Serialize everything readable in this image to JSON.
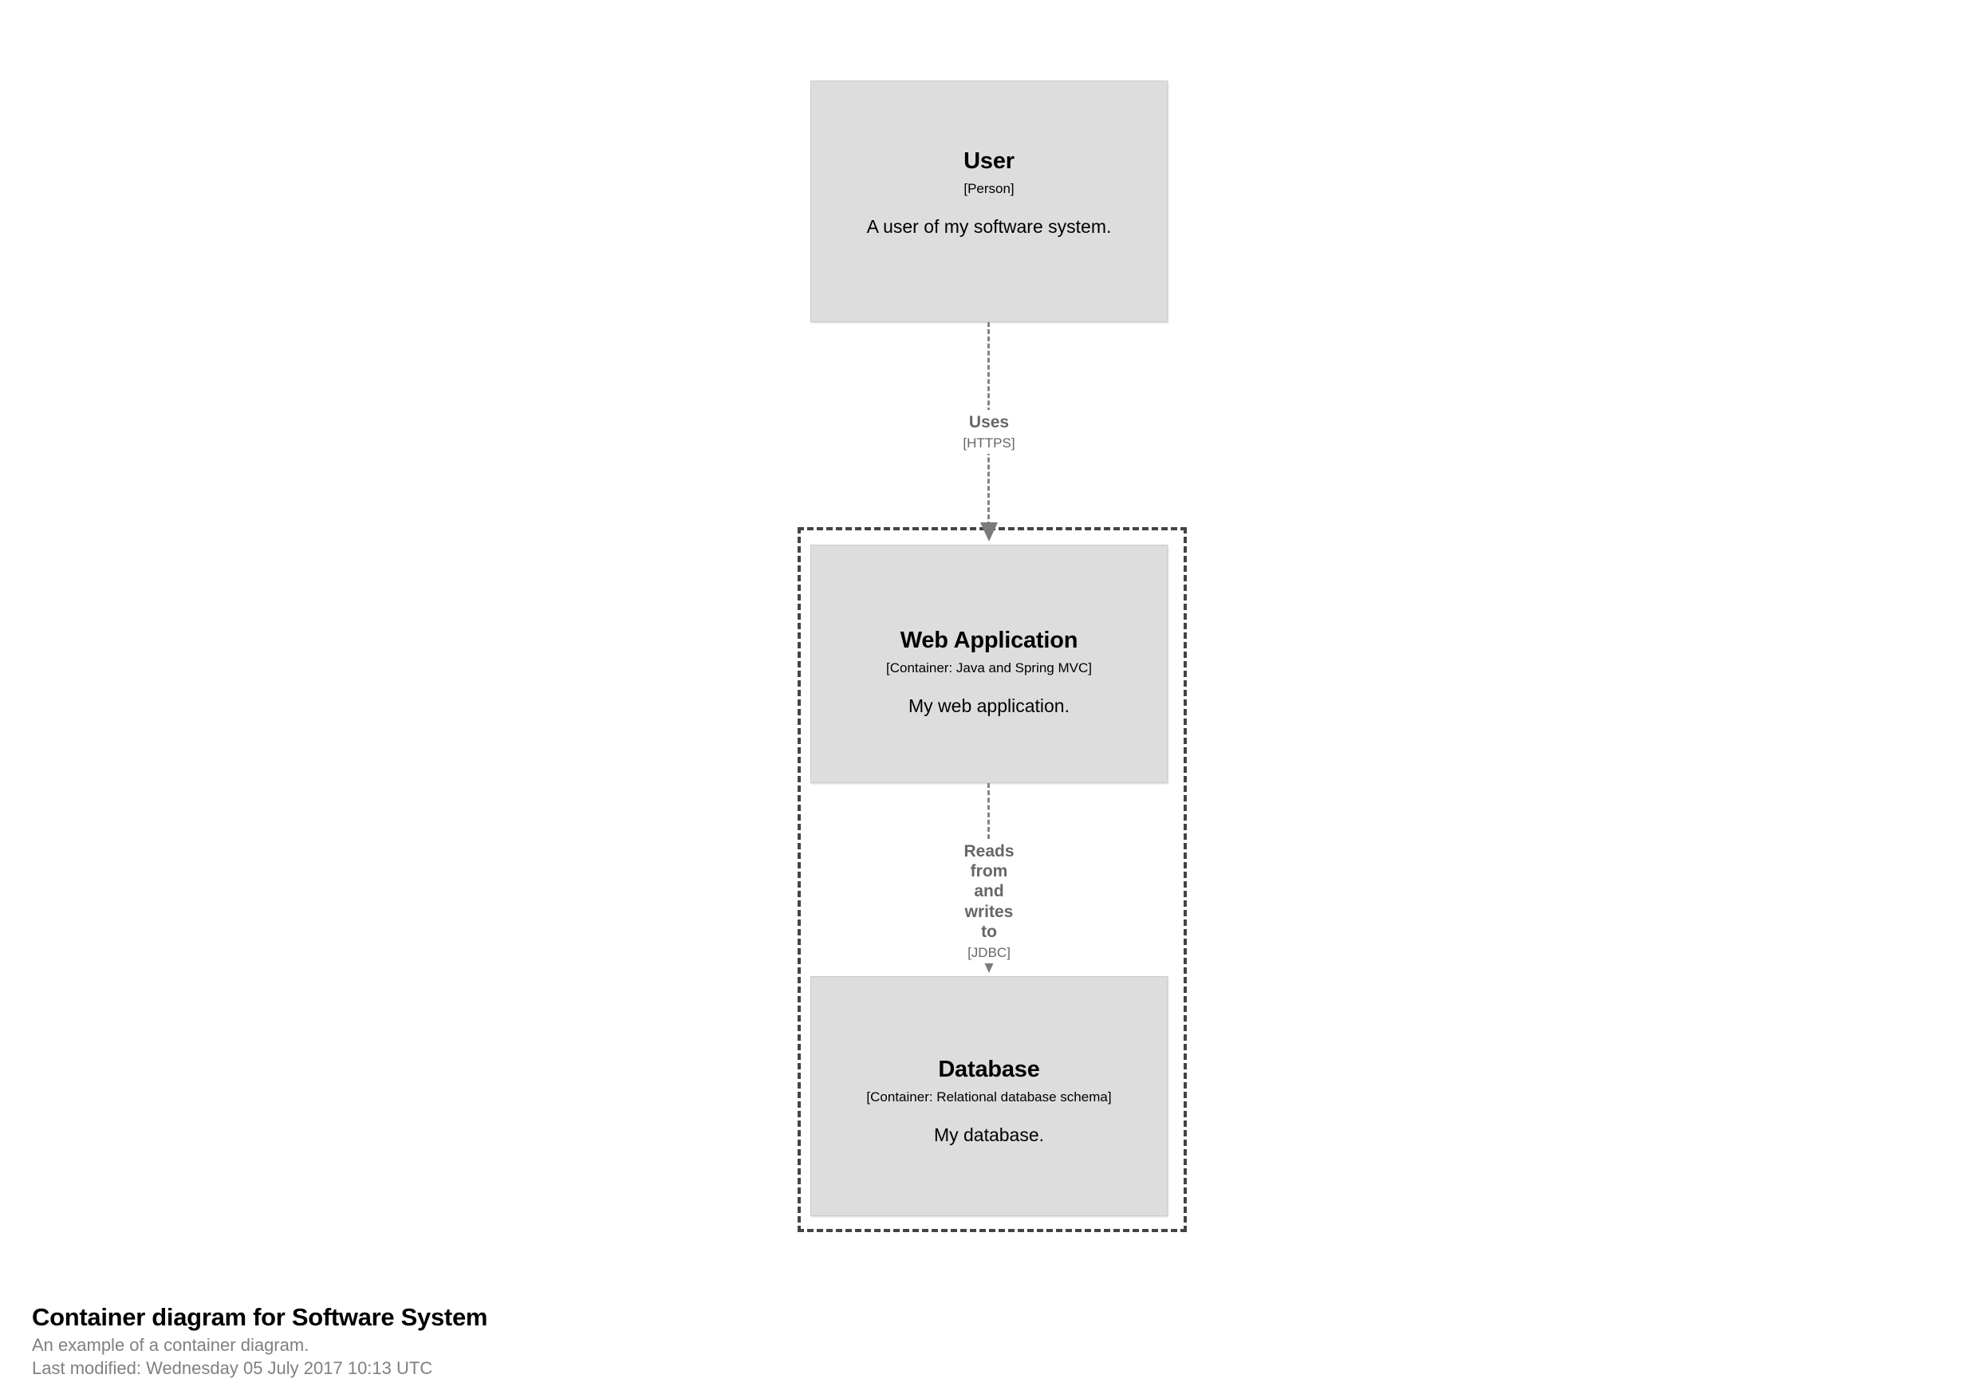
{
  "diagram": {
    "boundary": {
      "name": "software-system-boundary",
      "style": "dashed"
    },
    "nodes": [
      {
        "id": "user",
        "name": "User",
        "type": "[Person]",
        "description": "A user of my software system."
      },
      {
        "id": "webapp",
        "name": "Web Application",
        "type": "[Container: Java and Spring MVC]",
        "description": "My web application."
      },
      {
        "id": "database",
        "name": "Database",
        "type": "[Container: Relational database schema]",
        "description": "My database."
      }
    ],
    "relationships": [
      {
        "id": "uses",
        "from": "user",
        "to": "webapp",
        "description": "Uses",
        "technology": "[HTTPS]"
      },
      {
        "id": "reads-writes",
        "from": "webapp",
        "to": "database",
        "description": "Reads from and\nwrites to",
        "technology": "[JDBC]"
      }
    ]
  },
  "caption": {
    "title": "Container diagram for Software System",
    "subtitle": "An example of a container diagram.",
    "last_modified": "Last modified: Wednesday 05 July 2017 10:13 UTC"
  },
  "colors": {
    "node_fill": "#dddddd",
    "node_border": "#cccccc",
    "boundary_stroke": "#444444",
    "relationship_stroke": "#848484",
    "relationship_text": "#666666",
    "caption_title": "#000000",
    "caption_sub": "#808080",
    "background": "#ffffff"
  }
}
